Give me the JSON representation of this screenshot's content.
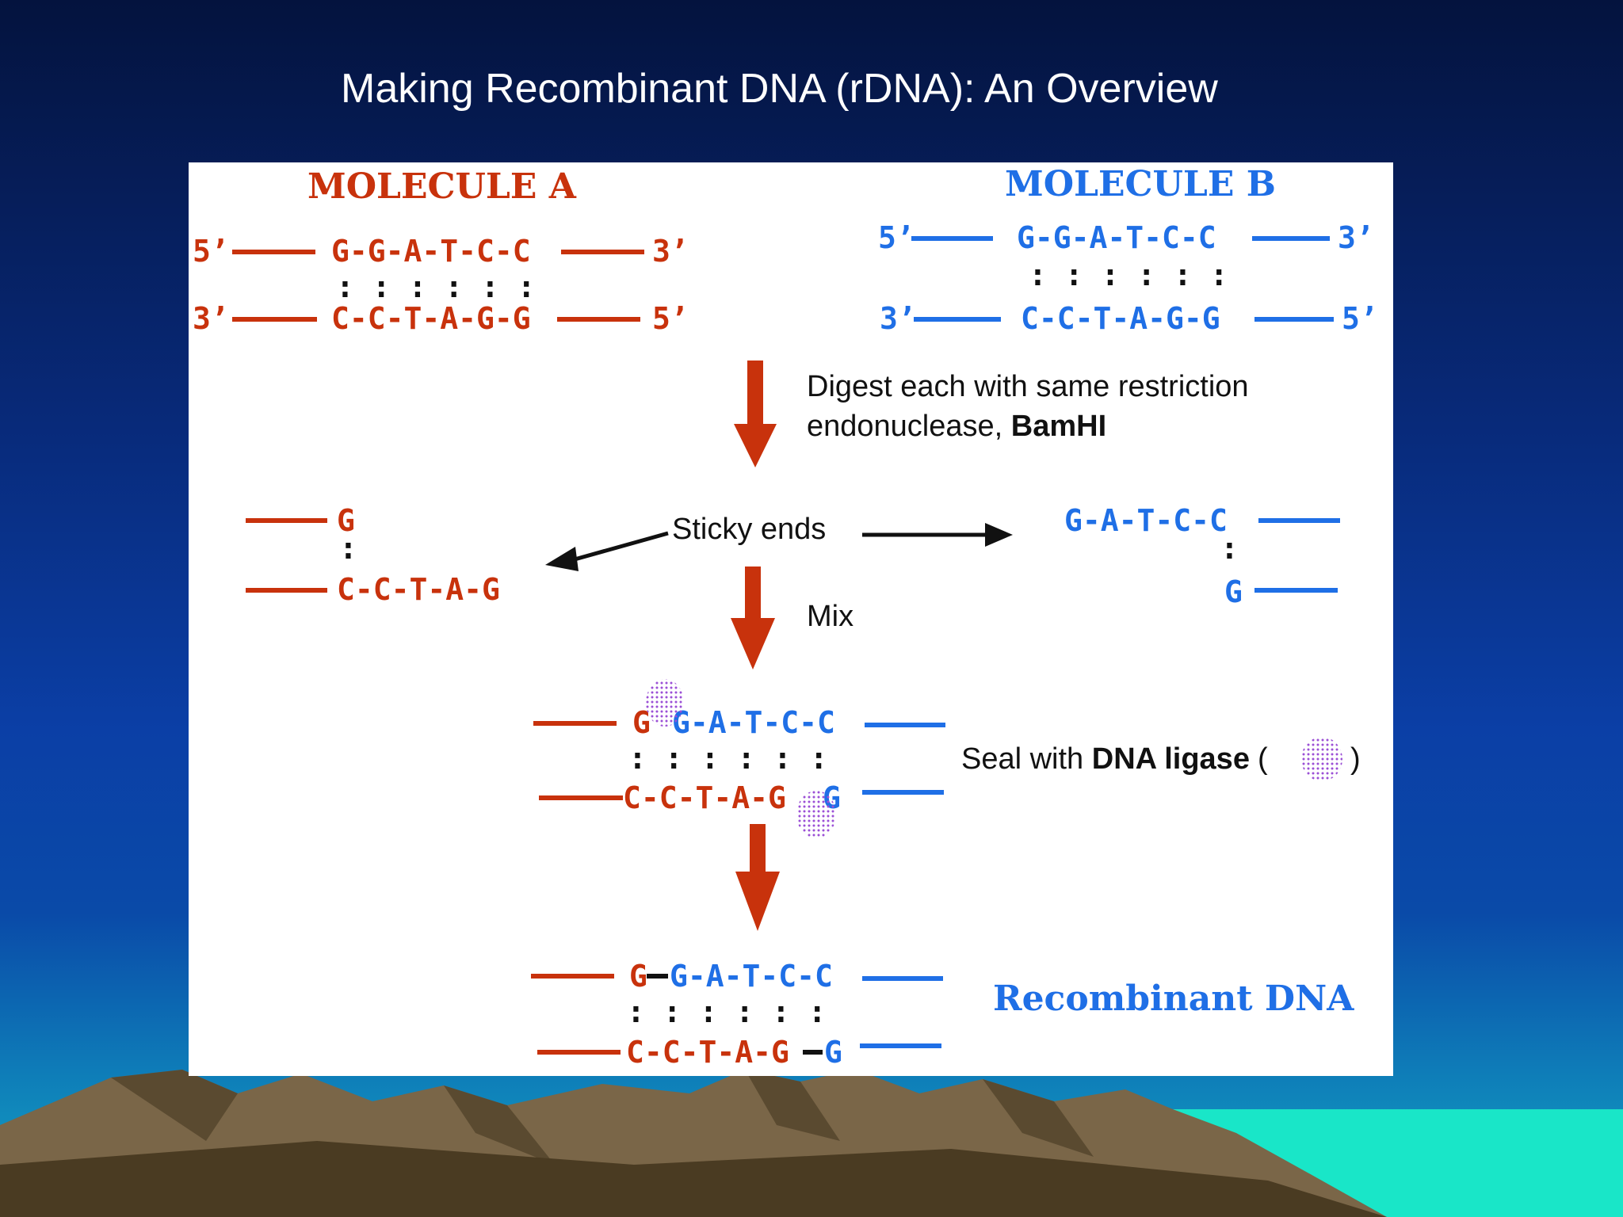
{
  "slide": {
    "title": "Making Recombinant DNA (rDNA): An Overview"
  },
  "colors": {
    "molecule_a": "#c8320c",
    "molecule_b": "#1f6fe6",
    "ligase": "#9b4fd6",
    "arrow": "#c8320c"
  },
  "molecule_a": {
    "title": "MOLECULE A",
    "top_5": "5’",
    "top_seq": "G-G-A-T-C-C",
    "top_3": "3’",
    "pairs": ": : : : : :",
    "bottom_3": "3’",
    "bottom_seq": "C-C-T-A-G-G",
    "bottom_5": "5’"
  },
  "molecule_b": {
    "title": "MOLECULE B",
    "top_5": "5’",
    "top_seq": "G-G-A-T-C-C",
    "top_3": "3’",
    "pairs": ": : : : : :",
    "bottom_3": "3’",
    "bottom_seq": "C-C-T-A-G-G",
    "bottom_5": "5’"
  },
  "digest": {
    "line1": "Digest each with same restriction",
    "line2_prefix": "endonuclease, ",
    "enzyme": "BamHI"
  },
  "sticky": {
    "label": "Sticky ends",
    "a_top": "G",
    "a_pair": ":",
    "a_bottom": "C-C-T-A-G",
    "b_top": "G-A-T-C-C",
    "b_pair": ":",
    "b_bottom": "G"
  },
  "mix": {
    "label": "Mix",
    "top_red": "G",
    "top_blue": "G-A-T-C-C",
    "pairs": ": : : : : :",
    "bottom_red": "C-C-T-A-G",
    "bottom_blue": "G"
  },
  "seal": {
    "prefix": "Seal with ",
    "bold": "DNA ligase",
    "open": "(",
    "close": ")"
  },
  "recombinant": {
    "label": "Recombinant DNA",
    "top_red": "G",
    "top_blue": "G-A-T-C-C",
    "pairs": ": : : : : :",
    "bottom_red": "C-C-T-A-G",
    "bottom_blue": "G"
  }
}
